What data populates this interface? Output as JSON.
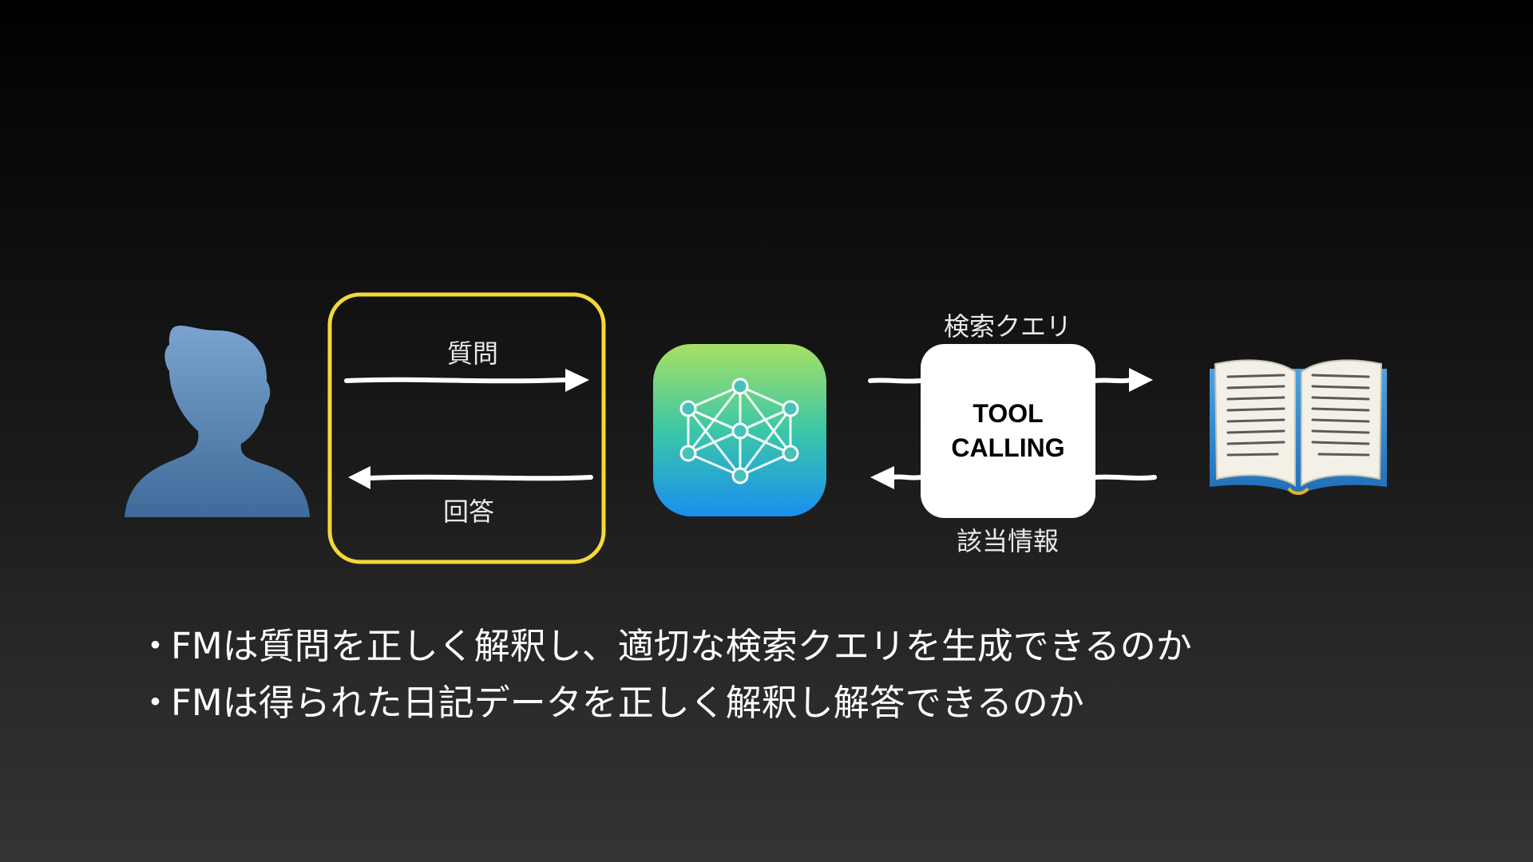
{
  "diagram": {
    "question_label": "質問",
    "answer_label": "回答",
    "search_query_label": "検索クエリ",
    "relevant_info_label": "該当情報",
    "tool_calling": {
      "line1": "TOOL",
      "line2": "CALLING"
    },
    "colors": {
      "highlight_border": "#f3d83a",
      "app_icon_top": "#a8e063",
      "app_icon_bottom": "#1a96f0",
      "person_icon": "#5b86b3",
      "arrow": "#ffffff"
    }
  },
  "bullets": {
    "bullet_char": "・",
    "items": [
      "FMは質問を正しく解釈し、適切な検索クエリを生成できるのか",
      "FMは得られた日記データを正しく解釈し解答できるのか"
    ]
  }
}
